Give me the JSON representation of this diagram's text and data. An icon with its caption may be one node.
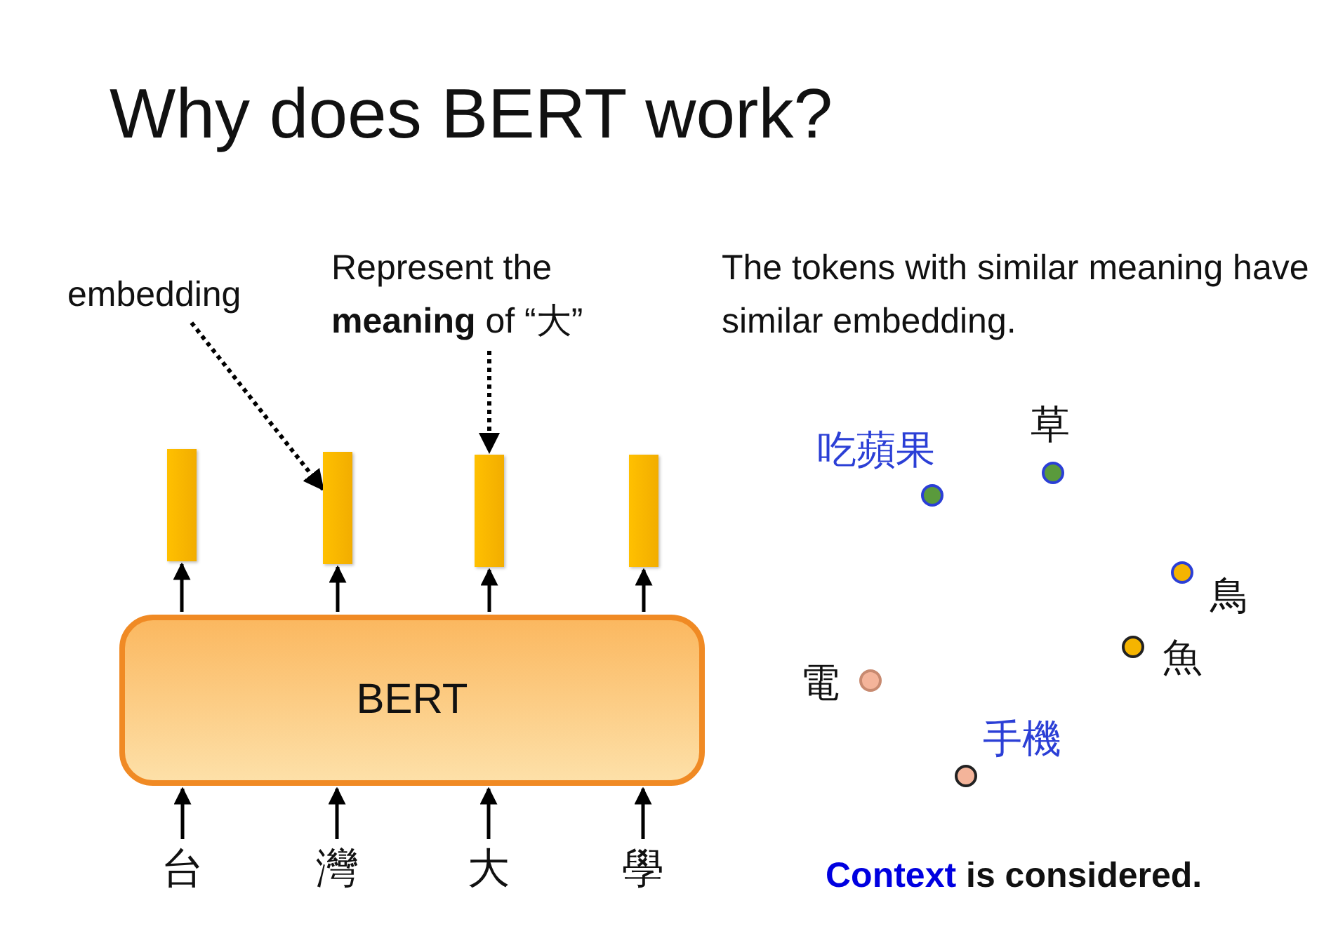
{
  "diagram": {
    "title": "Why does BERT work?",
    "nodes": [
      {
        "text": [
          "BERT"
        ]
      },
      {
        "text": [
          "台"
        ]
      },
      {
        "text": [
          "灣"
        ]
      },
      {
        "text": [
          "大"
        ]
      },
      {
        "text": [
          "學"
        ]
      },
      {
        "text": [],
        "shape": "bar"
      },
      {
        "text": [],
        "shape": "bar"
      },
      {
        "text": [],
        "shape": "bar"
      },
      {
        "text": [],
        "shape": "bar"
      },
      {
        "text": [
          "embedding"
        ]
      },
      {
        "text": [
          "Represent the **meaning** of “大”"
        ]
      }
    ],
    "edges": [
      {
        "from": 1,
        "to": 0,
        "arrow": "to"
      },
      {
        "from": 2,
        "to": 0,
        "arrow": "to"
      },
      {
        "from": 3,
        "to": 0,
        "arrow": "to"
      },
      {
        "from": 4,
        "to": 0,
        "arrow": "to"
      },
      {
        "from": 0,
        "to": 5,
        "arrow": "to"
      },
      {
        "from": 0,
        "to": 6,
        "arrow": "to"
      },
      {
        "from": 0,
        "to": 7,
        "arrow": "to"
      },
      {
        "from": 0,
        "to": 8,
        "arrow": "to"
      },
      {
        "from": 9,
        "to": 6,
        "arrow": "to",
        "style": "dashed"
      },
      {
        "from": 10,
        "to": 7,
        "arrow": "to",
        "style": "dashed"
      }
    ],
    "labels": [
      "The tokens with similar meaning have similar embedding.",
      "草",
      "吃蘋果",
      "鳥",
      "魚",
      "電",
      "手機",
      "Context is considered."
    ]
  }
}
